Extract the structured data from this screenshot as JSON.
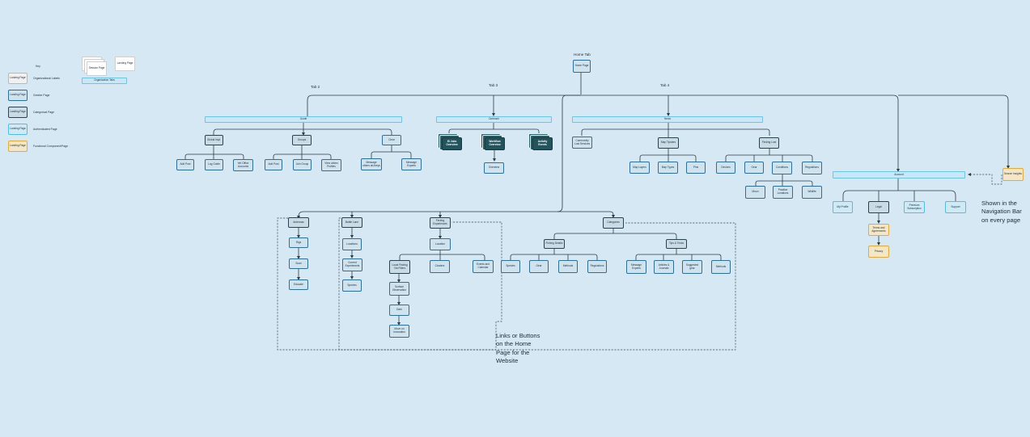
{
  "legend": {
    "title": "Key",
    "items": [
      {
        "box": "Landing Page",
        "desc": "Organizational Labels"
      },
      {
        "box": "Landing Page",
        "desc": "Greeter Page"
      },
      {
        "box": "Landing Page",
        "desc": "Categorical Page"
      },
      {
        "box": "Landing Page",
        "desc": "Authenticated Page"
      },
      {
        "box": "Landing Page",
        "desc": "Functional Component/Page"
      }
    ],
    "sample_session": "Session Page",
    "sample_landing": "Landing Page",
    "sample_org": "Organization Tabs"
  },
  "tabs": {
    "home": "Home Tab",
    "tab2": "Tab 2",
    "tab3": "Tab 3",
    "tab4": "Tab 4"
  },
  "home_page": "Home Page",
  "bars": {
    "guide": "Guide",
    "outreach": "Outreach",
    "news": "News",
    "account": "Account"
  },
  "guide": {
    "local": "Global Impl.",
    "groups": "Groups",
    "clear": "Clear",
    "local_children": [
      "Add Post",
      "Log Guide",
      "Vet Office Accounts"
    ],
    "group_children": [
      "Add Post",
      "Join Group",
      "View others Profiles"
    ],
    "clear_children": [
      "Message others ab.theys",
      "Message Experts"
    ]
  },
  "outreach": {
    "items": [
      "ID Jobs Overview",
      "Workflow Overview",
      "Activity Events"
    ],
    "child": "Overview"
  },
  "news": {
    "community": "Community Lost Services",
    "map": "Map Tipsters",
    "finding": "Finding Lost",
    "map_children": [
      "Map Layers",
      "Map Types",
      "Pins"
    ],
    "finding_children": [
      "Devices",
      "Gear",
      "Conditions",
      "Regulations"
    ],
    "conditions_children": [
      "Moon",
      "Practice Lunations",
      "Wildlife"
    ]
  },
  "account": {
    "children": [
      "My Profile",
      "Legal",
      "Premium Subscription",
      "Support"
    ],
    "legal_children": [
      "Terms and Agreements",
      "Privacy"
    ],
    "search": "Search Insights"
  },
  "home_section": {
    "antennas": "Antennas",
    "antenna_children": [
      "Rigs",
      "Scan",
      "Educate"
    ],
    "battle": "Battle Lane",
    "battle_children": [
      "Locations",
      "Current Experiments",
      "Species"
    ],
    "finding": "Finding Experiences",
    "finding_child": "Location",
    "location_children": [
      "Local Finding Via Filters",
      "Clusters",
      "Events and Calendar"
    ],
    "chain": [
      "Surface Observation",
      "Dark",
      "Move on Innovation"
    ],
    "categories": "Categories",
    "fishing": "Fishing Details",
    "fishing_children": [
      "Species",
      "Gear",
      "Methods",
      "Regulations"
    ],
    "tips": "Tips & Tricks",
    "tips_children": [
      "Message Experts",
      "Articles & Journals",
      "Suggested gear",
      "Methods"
    ]
  },
  "notes": {
    "navigation": "Shown in the Navigation Bar on every page",
    "links": "Links or Buttons on the Home Page for the Website"
  }
}
